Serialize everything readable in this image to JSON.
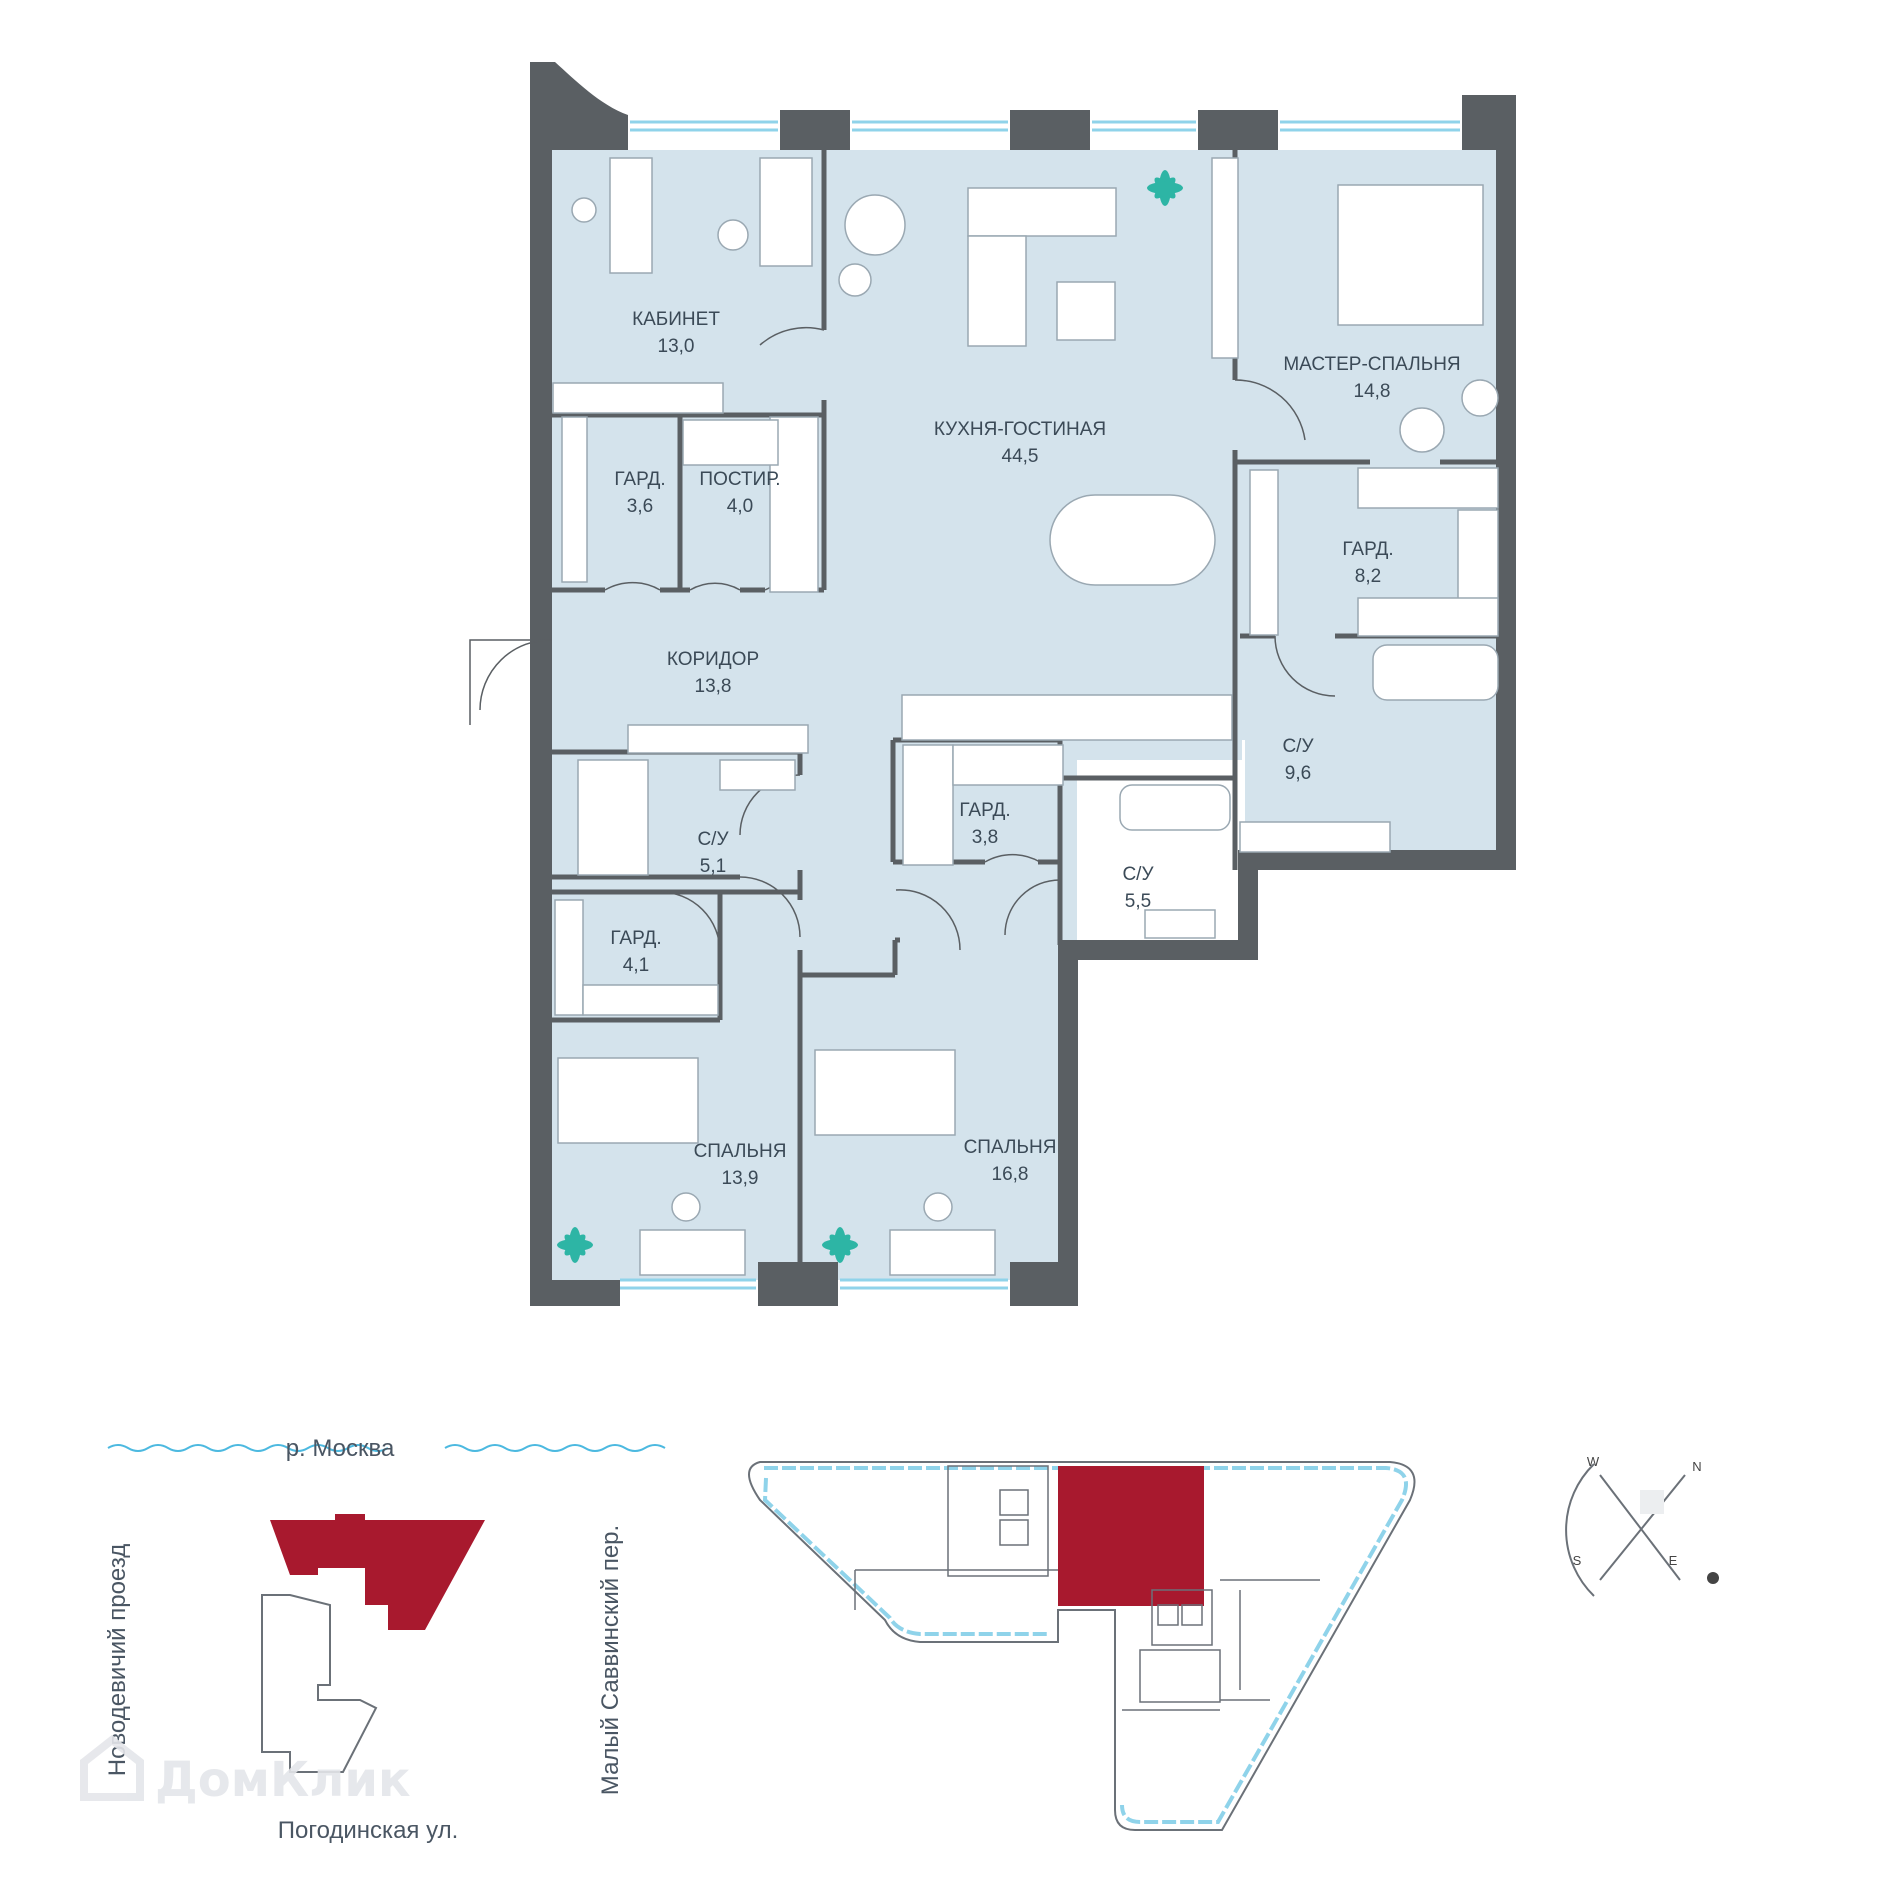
{
  "rooms": [
    {
      "id": "kabinet",
      "name": "КАБИНЕТ",
      "area": "13,0"
    },
    {
      "id": "kuhnya",
      "name": "КУХНЯ-ГОСТИНАЯ",
      "area": "44,5"
    },
    {
      "id": "master",
      "name": "МАСТЕР-СПАЛЬНЯ",
      "area": "14,8"
    },
    {
      "id": "gard1",
      "name": "ГАРД.",
      "area": "3,6"
    },
    {
      "id": "postir",
      "name": "ПОСТИР.",
      "area": "4,0"
    },
    {
      "id": "gard2",
      "name": "ГАРД.",
      "area": "8,2"
    },
    {
      "id": "koridor",
      "name": "КОРИДОР",
      "area": "13,8"
    },
    {
      "id": "su1",
      "name": "С/У",
      "area": "9,6"
    },
    {
      "id": "gard3",
      "name": "ГАРД.",
      "area": "3,8"
    },
    {
      "id": "su2",
      "name": "С/У",
      "area": "5,1"
    },
    {
      "id": "su3",
      "name": "С/У",
      "area": "5,5"
    },
    {
      "id": "gard4",
      "name": "ГАРД.",
      "area": "4,1"
    },
    {
      "id": "spalnya1",
      "name": "СПАЛЬНЯ",
      "area": "13,9"
    },
    {
      "id": "spalnya2",
      "name": "СПАЛЬНЯ",
      "area": "16,8"
    }
  ],
  "location_map": {
    "river": "р. Москва",
    "street_left": "Новодевичий проезд",
    "street_right": "Малый Саввинский пер.",
    "street_bottom": "Погодинская ул."
  },
  "compass": [
    "W",
    "N",
    "S",
    "E"
  ],
  "watermark": "ДомКлик",
  "colors": {
    "room_fill": "#d4e3ec",
    "wall": "#5a5f63",
    "highlight": "#a8192e",
    "window": "#8fd3ea",
    "plant": "#2db5a5",
    "water": "#4cb9e0"
  }
}
